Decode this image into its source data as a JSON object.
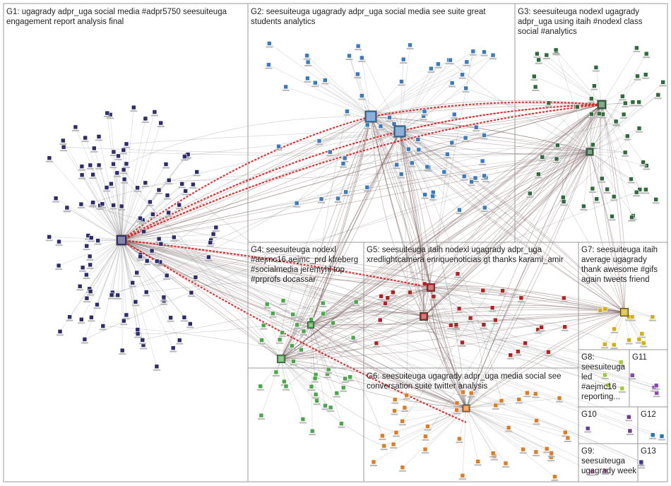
{
  "graph": {
    "background": "#ffffff",
    "edge_color": "#7a7a7a",
    "highlight_edge_color": "#e41a1c",
    "groups": [
      {
        "id": "G1",
        "label_lines": [
          "G1: ugagrady adpr_uga social media #adpr5750 seesuiteuga",
          "engagement report analysis final"
        ],
        "color": "#2c2c6e"
      },
      {
        "id": "G2",
        "label_lines": [
          "G2: seesuiteuga ugagrady adpr_uga social media see suite great",
          "students analytics"
        ],
        "color": "#3a7abf"
      },
      {
        "id": "G3",
        "label_lines": [
          "G3: seesuiteuga nodexl ugagrady",
          "adpr_uga using itaih #nodexl class",
          "social #analytics"
        ],
        "color": "#2f6b3a"
      },
      {
        "id": "G4",
        "label_lines": [
          "G4: seesuiteuga nodexl",
          "#aejmc16 aejmc_prd kfreberg",
          "#socialmedia jeremyhl top",
          "#prprofs docassar"
        ],
        "color": "#4aa84a"
      },
      {
        "id": "G5",
        "label_lines": [
          "G5: seesuiteuga itaih nodexl ugagrady adpr_uga",
          "xredlightcamera enriquenoticias gt thanks karami_amir"
        ],
        "color": "#b22222"
      },
      {
        "id": "G6",
        "label_lines": [
          "G6: seesuiteuga ugagrady adpr_uga media social see",
          "conversation suite twitter analysis"
        ],
        "color": "#e07b20"
      },
      {
        "id": "G7",
        "label_lines": [
          "G7: seesuiteuga itaih",
          "average ugagrady",
          "thank awesome #gifs",
          "again tweets friend"
        ],
        "color": "#d4b000"
      },
      {
        "id": "G8",
        "label_lines": [
          "G8:",
          "seesuiteuga",
          "led",
          "#aejmc16",
          "reporting..."
        ],
        "color": "#9acd32"
      },
      {
        "id": "G9",
        "label_lines": [
          "G9:",
          "seesuiteuga",
          "ugagrady week"
        ],
        "color": "#d070c0"
      },
      {
        "id": "G10",
        "label_lines": [
          "G10"
        ],
        "color": "#6a3d9a"
      },
      {
        "id": "G11",
        "label_lines": [
          "G11"
        ],
        "color": "#8e44ad"
      },
      {
        "id": "G12",
        "label_lines": [
          "G12"
        ],
        "color": "#1f78b4"
      },
      {
        "id": "G13",
        "label_lines": [
          "G13"
        ],
        "color": "#333399"
      }
    ]
  }
}
